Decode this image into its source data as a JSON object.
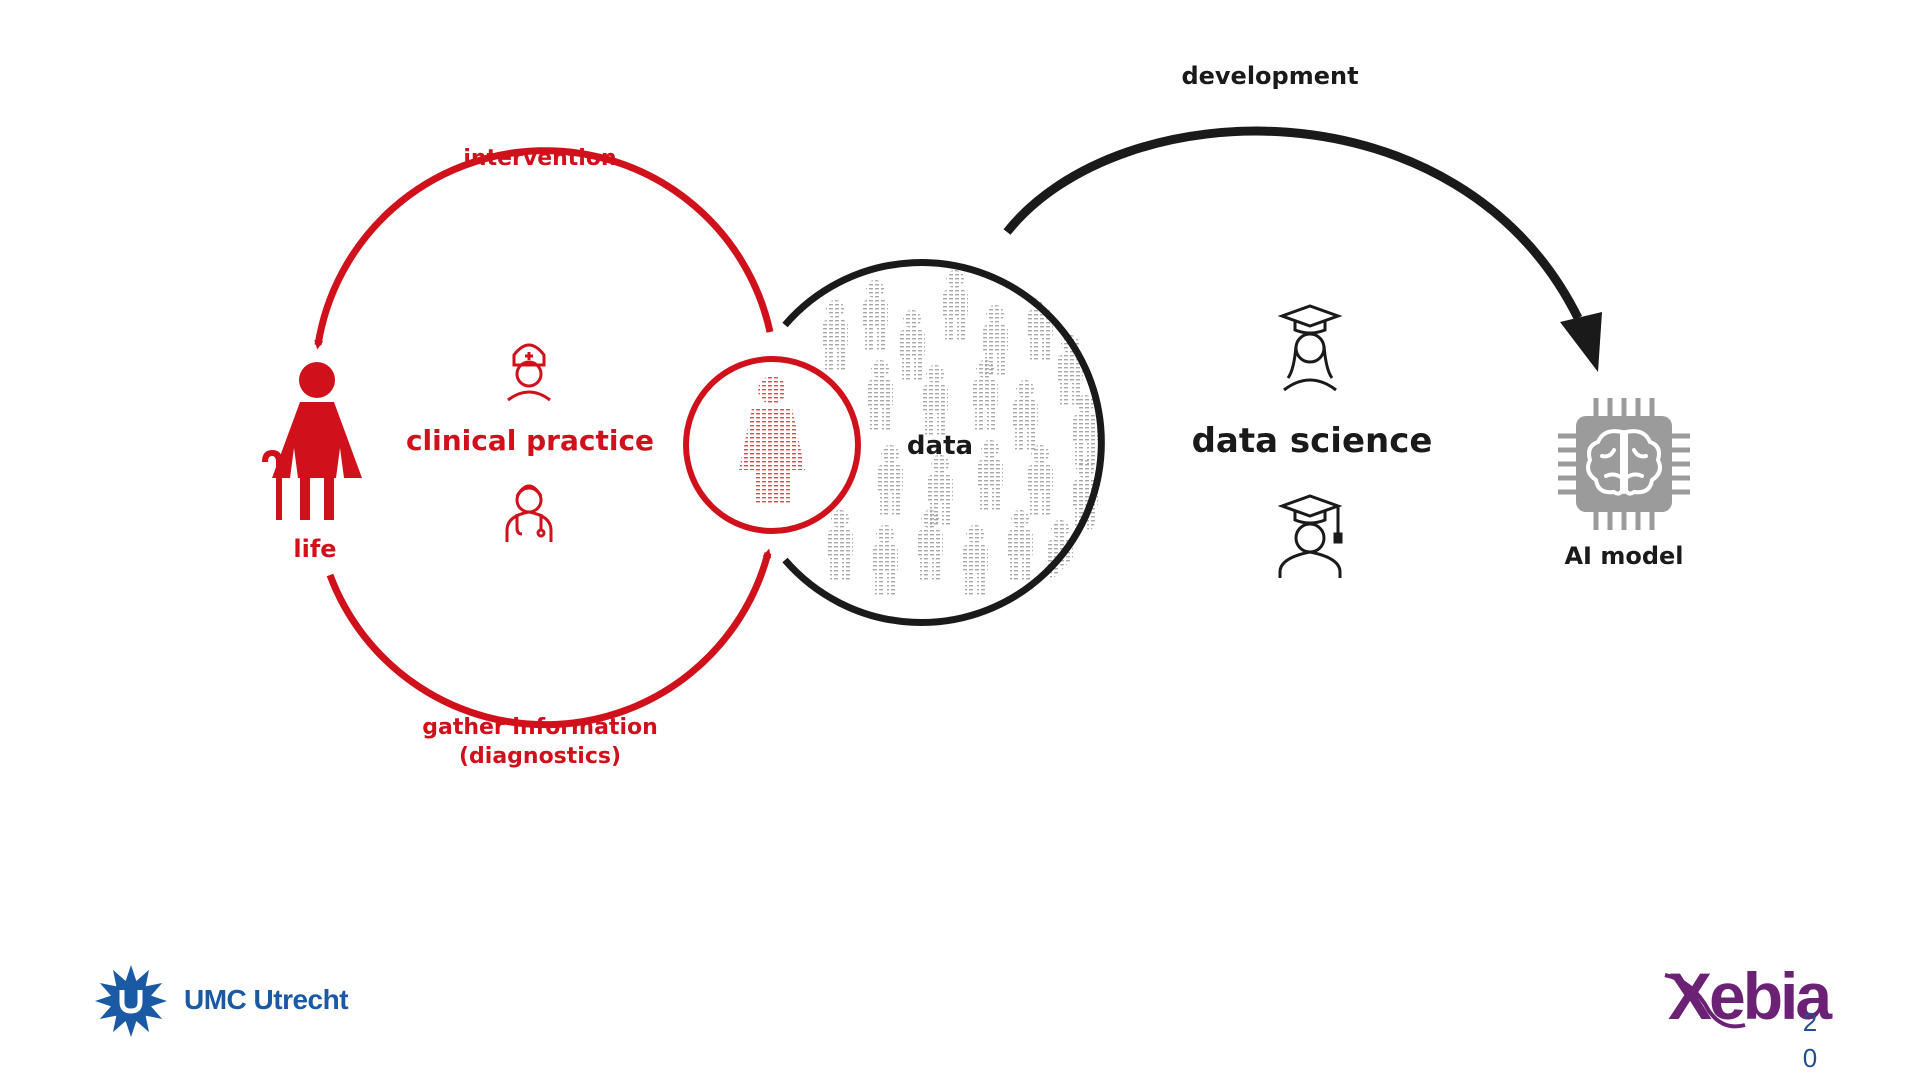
{
  "labels": {
    "development": "development",
    "intervention": "intervention",
    "clinical_practice": "clinical practice",
    "life": "life",
    "data": "data",
    "data_science": "data science",
    "ai_model": "AI model",
    "gather_line1": "gather information",
    "gather_line2": "(diagnostics)"
  },
  "footer": {
    "umc_logo_text": "UMC Utrecht",
    "xebia_logo_text": "Xebia",
    "page_number": "20"
  },
  "colors": {
    "clinical_red": "#d0111b",
    "data_black": "#1a1a1a",
    "umc_blue": "#1a5aa5",
    "xebia_purple": "#6b2275",
    "ai_gray": "#9b9b9b"
  },
  "icons": [
    "elderly-woman-icon",
    "nurse-icon",
    "doctor-icon",
    "person-data-icon",
    "crowd-data-icon",
    "graduate-female-icon",
    "graduate-male-icon",
    "ai-chip-brain-icon",
    "umc-star-logo-icon",
    "xebia-logo-icon"
  ]
}
